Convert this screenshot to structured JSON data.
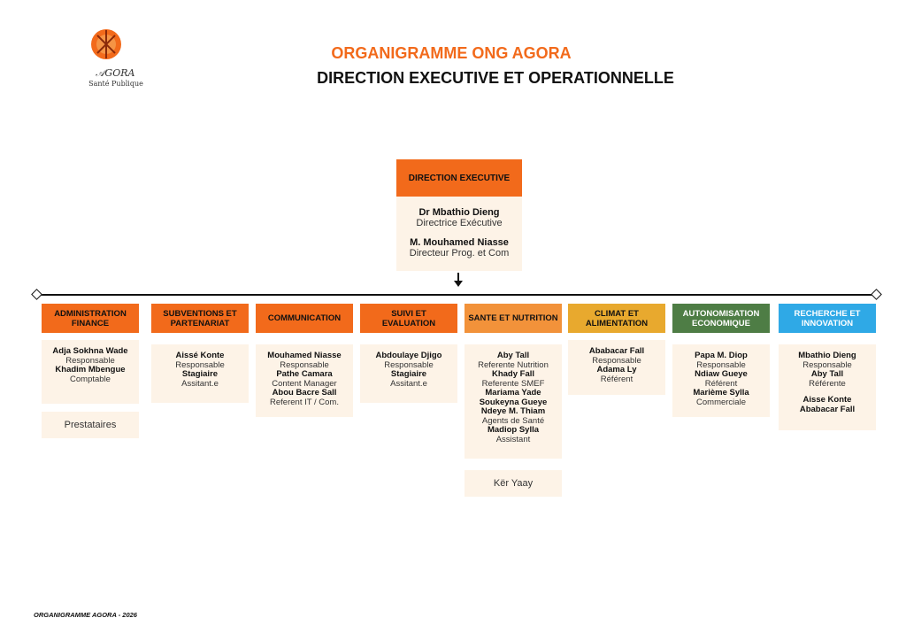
{
  "header": {
    "logo_text": "AGORA",
    "logo_subtitle": "Santé Publique",
    "title": "ORGANIGRAMME ONG AGORA",
    "subtitle": "DIRECTION EXECUTIVE ET OPERATIONNELLE"
  },
  "colors": {
    "orange": "#f26a1b",
    "light_orange": "#f2923a",
    "gold": "#e8a92e",
    "green": "#4e7d45",
    "blue": "#2fa9e6",
    "card_bg": "#fdf3e7"
  },
  "direction": {
    "label": "DIRECTION EXECUTIVE",
    "person1_name": "Dr Mbathio Dieng",
    "person1_role": "Directrice Exécutive",
    "person2_name": "M. Mouhamed Niasse",
    "person2_role": "Directeur Prog. et Com"
  },
  "departments": [
    {
      "label": "ADMINISTRATION FINANCE",
      "lines": [
        {
          "t": "Adja Sokhna Wade",
          "b": true
        },
        {
          "t": "Responsable",
          "b": false
        },
        {
          "t": "Khadim Mbengue",
          "b": true
        },
        {
          "t": "Comptable",
          "b": false
        }
      ],
      "extra": "Prestataires"
    },
    {
      "label": "SUBVENTIONS ET PARTENARIAT",
      "lines": [
        {
          "t": "Aissé Konte",
          "b": true
        },
        {
          "t": "Responsable",
          "b": false
        },
        {
          "t": "Stagiaire",
          "b": true
        },
        {
          "t": "Assitant.e",
          "b": false
        }
      ]
    },
    {
      "label": "COMMUNICATION",
      "lines": [
        {
          "t": "Mouhamed Niasse",
          "b": true
        },
        {
          "t": "Responsable",
          "b": false
        },
        {
          "t": "Pathe Camara",
          "b": true
        },
        {
          "t": "Content Manager",
          "b": false
        },
        {
          "t": "Abou Bacre Sall",
          "b": true
        },
        {
          "t": "Referent IT / Com.",
          "b": false
        }
      ]
    },
    {
      "label": "SUIVI ET EVALUATION",
      "lines": [
        {
          "t": "Abdoulaye Djigo",
          "b": true
        },
        {
          "t": "Responsable",
          "b": false
        },
        {
          "t": "Stagiaire",
          "b": true
        },
        {
          "t": "Assitant.e",
          "b": false
        }
      ]
    },
    {
      "label": "SANTE ET NUTRITION",
      "lines": [
        {
          "t": "Aby Tall",
          "b": true
        },
        {
          "t": "Referente Nutrition",
          "b": false
        },
        {
          "t": "Khady Fall",
          "b": true
        },
        {
          "t": "Referente SMEF",
          "b": false
        },
        {
          "t": "Mariama Yade",
          "b": true
        },
        {
          "t": "Soukeyna Gueye",
          "b": true
        },
        {
          "t": "Ndeye M. Thiam",
          "b": true
        },
        {
          "t": "Agents de Santé",
          "b": false
        },
        {
          "t": "Madiop Sylla",
          "b": true
        },
        {
          "t": "Assistant",
          "b": false
        }
      ],
      "extra": "Kër Yaay"
    },
    {
      "label": "CLIMAT ET ALIMENTATION",
      "lines": [
        {
          "t": "Ababacar Fall",
          "b": true
        },
        {
          "t": "Responsable",
          "b": false
        },
        {
          "t": "Adama Ly",
          "b": true
        },
        {
          "t": "Référent",
          "b": false
        }
      ]
    },
    {
      "label": "AUTONOMISATION ECONOMIQUE",
      "lines": [
        {
          "t": "Papa M. Diop",
          "b": true
        },
        {
          "t": "Responsable",
          "b": false
        },
        {
          "t": "Ndiaw Gueye",
          "b": true
        },
        {
          "t": "Référent",
          "b": false
        },
        {
          "t": "Marième Sylla",
          "b": true
        },
        {
          "t": "Commerciale",
          "b": false
        }
      ]
    },
    {
      "label": "RECHERCHE ET INNOVATION",
      "lines": [
        {
          "t": "Mbathio Dieng",
          "b": true
        },
        {
          "t": "Responsable",
          "b": false
        },
        {
          "t": "Aby Tall",
          "b": true
        },
        {
          "t": "Référente",
          "b": false
        },
        {
          "t": "",
          "gap": true
        },
        {
          "t": "Aisse Konte",
          "b": true
        },
        {
          "t": "Ababacar Fall",
          "b": true
        }
      ]
    }
  ],
  "footer": "ORGANIGRAMME AGORA - 2026"
}
